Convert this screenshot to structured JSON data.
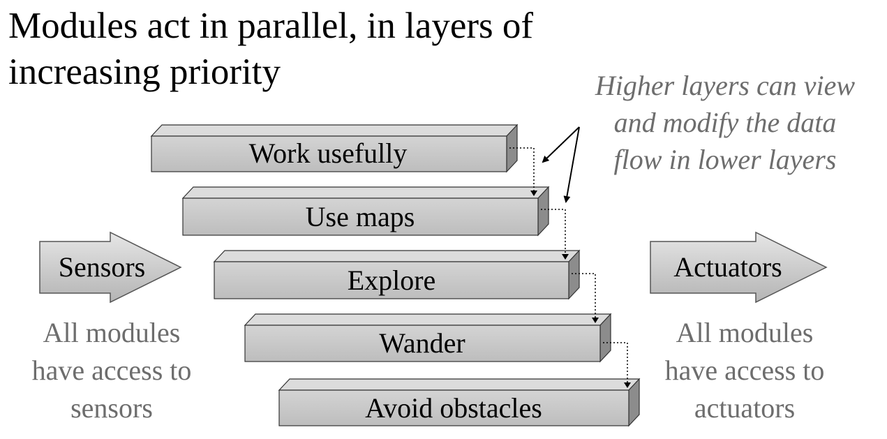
{
  "title": {
    "line1": "Modules act in parallel, in layers of",
    "line2": "increasing priority"
  },
  "annotation": {
    "line1": "Higher layers can view",
    "line2": "and modify the data",
    "line3": "flow in lower layers"
  },
  "layers": [
    {
      "label": "Work usefully"
    },
    {
      "label": "Use maps"
    },
    {
      "label": "Explore"
    },
    {
      "label": "Wander"
    },
    {
      "label": "Avoid obstacles"
    }
  ],
  "inputs": {
    "label": "Sensors",
    "caption": {
      "line1": "All modules",
      "line2": "have access to",
      "line3": "sensors"
    }
  },
  "outputs": {
    "label": "Actuators",
    "caption": {
      "line1": "All modules",
      "line2": "have access to",
      "line3": "actuators"
    }
  },
  "colors": {
    "box_front": "#c8c8c8",
    "box_top": "#dcdcdc",
    "box_side": "#8c8c8c",
    "caption_text": "#6d6d6d",
    "annotation_text": "#6d6d6d"
  }
}
